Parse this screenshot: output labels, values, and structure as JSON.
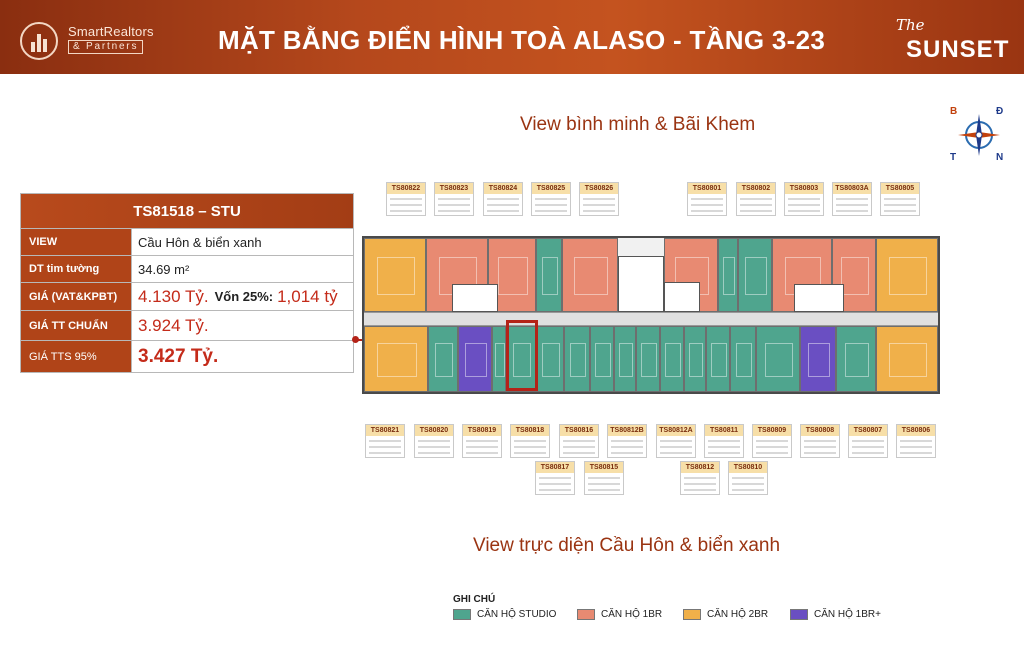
{
  "header": {
    "brand_line1": "SmartRealtors",
    "brand_line2": "& Partners",
    "title": "MẶT BẰNG ĐIỂN HÌNH TOÀ ALASO - TẦNG 3-23",
    "project_the": "The",
    "project_name": "SUNSET"
  },
  "views": {
    "top": "View bình minh & Bãi Khem",
    "bottom": "View trực diện Cầu Hôn & biển xanh"
  },
  "compass": {
    "b": "B",
    "d": "Đ",
    "t": "T",
    "n": "N"
  },
  "unit_info": {
    "title": "TS81518 – STU",
    "rows": [
      {
        "label": "VIEW",
        "value": "Cầu Hôn & biển xanh"
      },
      {
        "label": "DT tim tường",
        "value": "34.69 m²"
      },
      {
        "label": "GIÁ (VAT&KPBT)",
        "value": "4.130 Tỷ.",
        "extra_label": "Vốn 25%:",
        "extra_value": "1,014 tỷ"
      },
      {
        "label": "GIÁ TT CHUẨN",
        "value": "3.924 Tỷ."
      },
      {
        "label": "GIÁ TTS 95%",
        "value": "3.427 Tỷ."
      }
    ]
  },
  "plan_labels_top": [
    "TS80822",
    "TS80823",
    "TS80824",
    "TS80825",
    "TS80826",
    "TS80801",
    "TS80802",
    "TS80803",
    "TS80803A",
    "TS80805"
  ],
  "plan_labels_bottom_row1": [
    "TS80821",
    "TS80820",
    "TS80819",
    "TS80818",
    "TS80816",
    "TS80812B",
    "TS80812A",
    "TS80811",
    "TS80809",
    "TS80808",
    "TS80807",
    "TS80806"
  ],
  "plan_labels_bottom_row2": [
    "TS80817",
    "TS80815",
    "TS80812",
    "TS80810"
  ],
  "legend": {
    "title": "GHI CHÚ",
    "items": [
      {
        "label": "CĂN HỘ STUDIO",
        "color": "#4fa58e"
      },
      {
        "label": "CĂN HỘ 1BR",
        "color": "#e88a72"
      },
      {
        "label": "CĂN HỘ 2BR",
        "color": "#f0b04a"
      },
      {
        "label": "CĂN HỘ 1BR+",
        "color": "#6a4fc2"
      }
    ]
  },
  "colors": {
    "studio": "#4fa58e",
    "one_br": "#e88a72",
    "two_br": "#f0b04a",
    "one_br_plus": "#6a4fc2",
    "accent": "#b04418",
    "highlight": "#b42318"
  }
}
